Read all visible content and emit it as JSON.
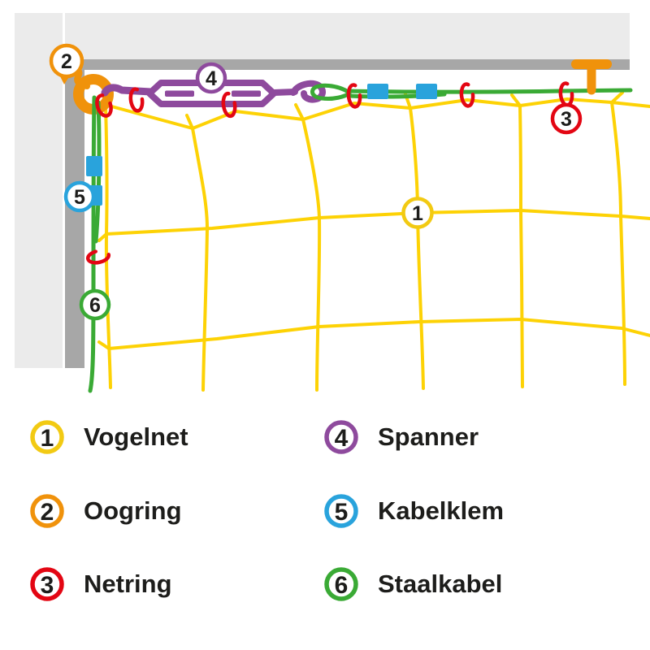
{
  "colors": {
    "net": "#fdd205",
    "cable": "#3aaa35",
    "clamp": "#29a3dc",
    "ring": "#e30613",
    "spanner": "#8e4a9d",
    "orange": "#f0920b",
    "wall_light": "#ebebeb",
    "wall_dark": "#a7a7a7",
    "text": "#1d1d1b",
    "background": "#ffffff"
  },
  "legend": {
    "items": [
      {
        "number": "1",
        "label": "Vogelnet",
        "color": "#f2ca13"
      },
      {
        "number": "2",
        "label": "Oogring",
        "color": "#f0920b"
      },
      {
        "number": "3",
        "label": "Netring",
        "color": "#e30613"
      },
      {
        "number": "4",
        "label": "Spanner",
        "color": "#8e4a9d"
      },
      {
        "number": "5",
        "label": "Kabelklem",
        "color": "#29a3dc"
      },
      {
        "number": "6",
        "label": "Staalkabel",
        "color": "#3aaa35"
      }
    ]
  }
}
